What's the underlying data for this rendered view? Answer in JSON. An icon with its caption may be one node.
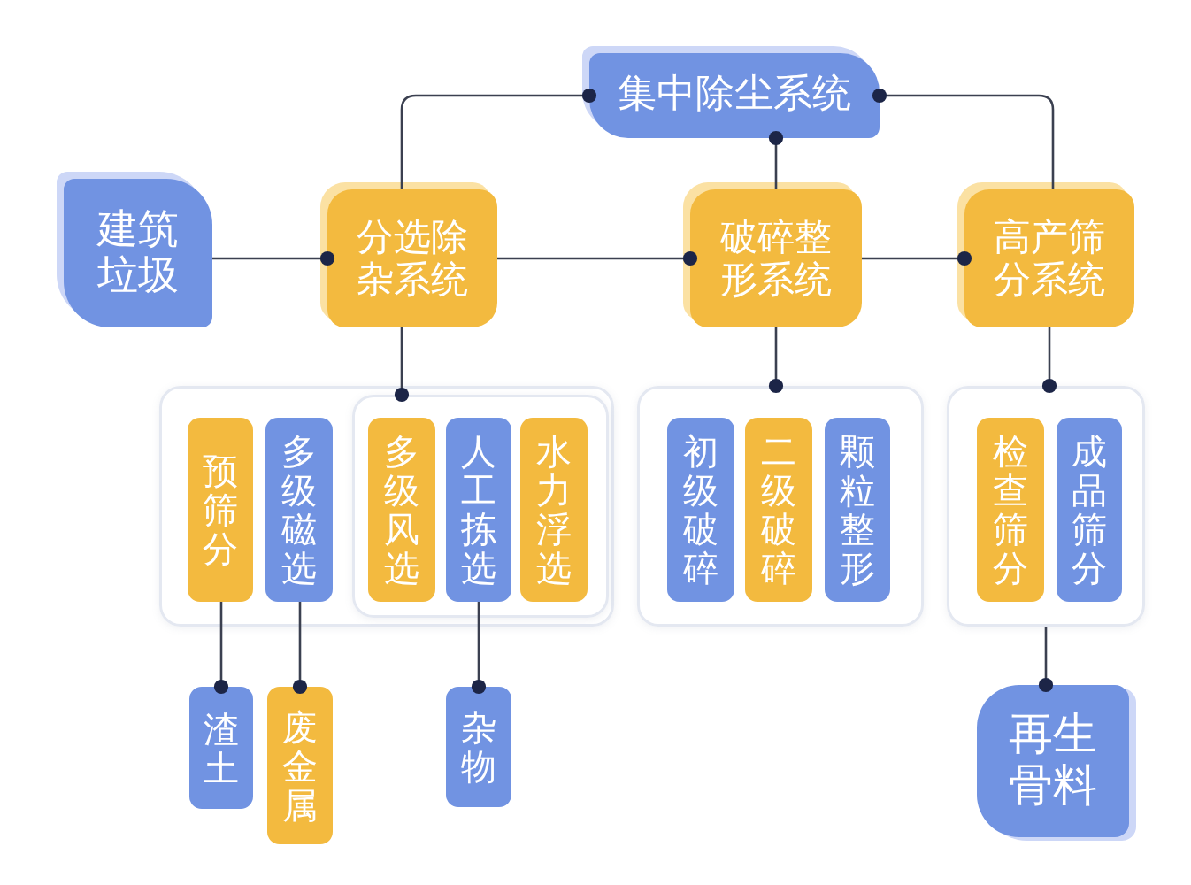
{
  "diagram": {
    "nodes": [
      {
        "text": [
          "集中除尘系统"
        ]
      },
      {
        "text": [
          "建筑垃圾"
        ]
      },
      {
        "text": [
          "分选除杂系统"
        ]
      },
      {
        "text": [
          "破碎整形系统"
        ]
      },
      {
        "text": [
          "高产筛分系统"
        ]
      },
      {
        "text": [],
        "shape": "box"
      },
      {
        "text": [
          "预筛分"
        ],
        "in": 5
      },
      {
        "text": [
          "多级磁选"
        ],
        "in": 5
      },
      {
        "text": [],
        "shape": "box",
        "in": 5
      },
      {
        "text": [
          "多级风选"
        ],
        "in": 8
      },
      {
        "text": [
          "人工拣选"
        ],
        "in": 8
      },
      {
        "text": [
          "水力浮选"
        ],
        "in": 8
      },
      {
        "text": [],
        "shape": "box"
      },
      {
        "text": [
          "初级破碎"
        ],
        "in": 12
      },
      {
        "text": [
          "二级破碎"
        ],
        "in": 12
      },
      {
        "text": [
          "颗粒整形"
        ],
        "in": 12
      },
      {
        "text": [],
        "shape": "box"
      },
      {
        "text": [
          "检查筛分"
        ],
        "in": 16
      },
      {
        "text": [
          "成品筛分"
        ],
        "in": 16
      },
      {
        "text": [
          "渣土"
        ]
      },
      {
        "text": [
          "废金属"
        ]
      },
      {
        "text": [
          "杂物"
        ]
      },
      {
        "text": [
          "再生骨料"
        ]
      }
    ],
    "edges": [
      {
        "from": 2,
        "to": 0,
        "arrow": "other"
      },
      {
        "from": 3,
        "to": 0,
        "arrow": "other"
      },
      {
        "from": 4,
        "to": 0,
        "arrow": "other"
      },
      {
        "from": 1,
        "to": 2,
        "arrow": "other"
      },
      {
        "from": 2,
        "to": 3,
        "arrow": "other"
      },
      {
        "from": 3,
        "to": 4,
        "arrow": "other"
      },
      {
        "from": 2,
        "to": 8,
        "arrow": "other"
      },
      {
        "from": 3,
        "to": 12,
        "arrow": "other"
      },
      {
        "from": 4,
        "to": 16,
        "arrow": "other"
      },
      {
        "from": 6,
        "to": 19,
        "arrow": "other"
      },
      {
        "from": 7,
        "to": 20,
        "arrow": "other"
      },
      {
        "from": 10,
        "to": 21,
        "arrow": "other"
      },
      {
        "from": 16,
        "to": 22,
        "arrow": "other"
      }
    ]
  }
}
